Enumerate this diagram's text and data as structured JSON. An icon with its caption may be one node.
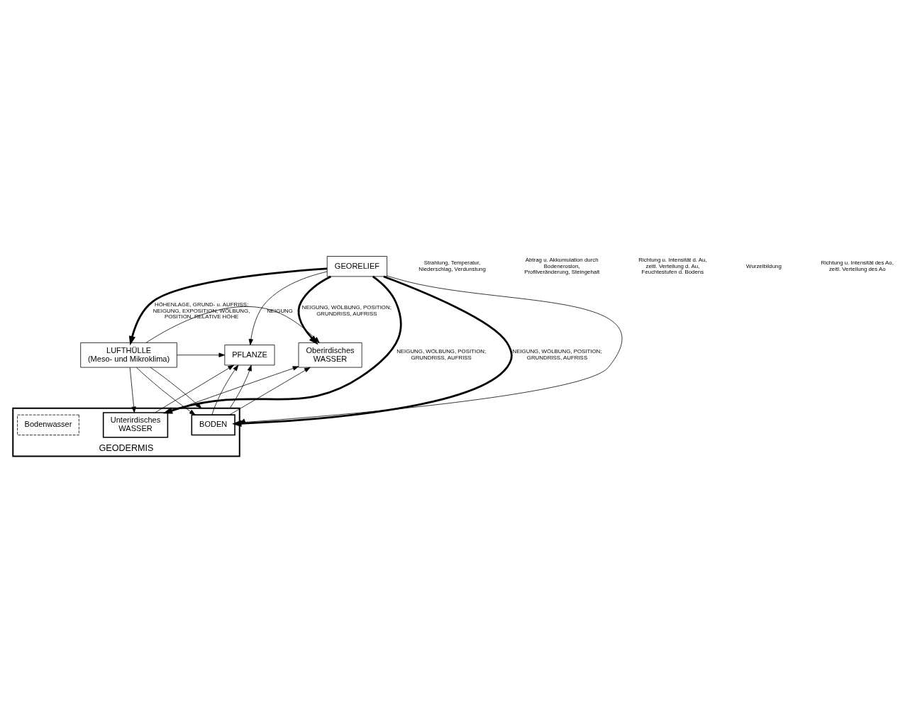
{
  "diagram": {
    "nodes": [
      {
        "text": [
          "GEORELIEF"
        ]
      },
      {
        "text": [
          "LUFTHÜLLE",
          "(Meso- und Mikroklima)"
        ]
      },
      {
        "text": [
          "PFLANZE"
        ]
      },
      {
        "text": [
          "Oberirdisches",
          "WASSER"
        ]
      },
      {
        "text": [
          "GEODERMIS"
        ]
      },
      {
        "text": [
          "BODEN"
        ],
        "in": 4
      },
      {
        "text": [
          "Unterirdisches",
          "WASSER"
        ],
        "in": 4
      },
      {
        "text": [
          "Bodenwasser"
        ],
        "in": 4
      }
    ],
    "edges": [
      {
        "from": 0,
        "to": 1,
        "arrow": "to",
        "style": "thick",
        "label": "HÖHENLAGE, GRUND- u. AUFRISS; NEIGUNG, EXPOSITION, WÖLBUNG, POSITION, RELATIVE HÖHE"
      },
      {
        "from": 0,
        "to": 5,
        "arrow": "to",
        "style": "thick",
        "label": "NEIGUNG, WÖLBUNG, POSITION; GRUNDRISS, AUFRISS"
      },
      {
        "from": 0,
        "to": 4,
        "arrow": "to"
      },
      {
        "from": 0,
        "to": 6,
        "arrow": "to",
        "style": "thick",
        "label": "NEIGUNG, WÖLBUNG, POSITION; GRUNDRISS, AUFRISS"
      },
      {
        "from": 0,
        "to": 2,
        "arrow": "to",
        "label": "NEIGUNG"
      },
      {
        "from": 0,
        "to": 3,
        "arrow": "to",
        "style": "thick",
        "label": "NEIGUNG, WÖLBUNG, POSITION; GRUNDRISS, AUFRISS"
      },
      {
        "from": 1,
        "to": 2,
        "arrow": "to"
      },
      {
        "from": 1,
        "to": 3,
        "arrow": "to"
      },
      {
        "from": 1,
        "to": 5,
        "arrow": "to"
      },
      {
        "from": 1,
        "to": 4,
        "arrow": "to"
      },
      {
        "from": 1,
        "to": 6,
        "arrow": "to"
      },
      {
        "from": 5,
        "to": 2,
        "arrow": "to"
      },
      {
        "from": 4,
        "to": 2,
        "arrow": "to"
      },
      {
        "from": 6,
        "to": 2,
        "arrow": "to"
      },
      {
        "from": 5,
        "to": 3,
        "arrow": "to"
      },
      {
        "from": 6,
        "to": 3,
        "arrow": "to"
      }
    ],
    "labels": [
      "Strahlung, Temperatur, Niederschlag, Verdunstung",
      "Abtrag u. Akkumulation durch Bodenerosion, Profilveränderung, Steingehalt",
      "Richtung u. Intensität d. Au, zeitl. Verteilung d. Au, Feuchtestufen d. Bodens",
      "Wurzelbildung",
      "Richtung u. Intensität des Ao, zeitl. Verteilung des Ao"
    ]
  }
}
